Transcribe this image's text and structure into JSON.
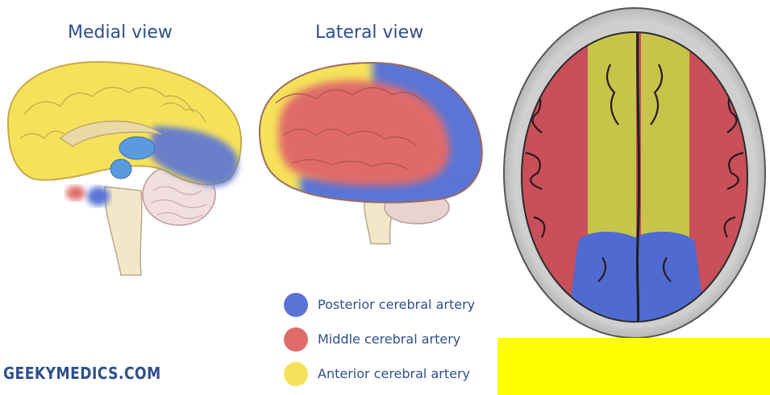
{
  "diagram": {
    "medial_title": "Medial view",
    "lateral_title": "Lateral view",
    "legend": [
      {
        "label": "Posterior cerebral artery",
        "color": "#5a74d6"
      },
      {
        "label": "Middle cerebral artery",
        "color": "#e06b6b"
      },
      {
        "label": "Anterior cerebral artery",
        "color": "#f6e25a"
      }
    ],
    "brand": "GEEKYMEDICS.COM"
  },
  "colors": {
    "posterior": "#5a74d6",
    "middle": "#e06b6b",
    "anterior": "#f6e25a",
    "title_text": "#2f4f88",
    "yellow_bar": "#ffff00"
  }
}
